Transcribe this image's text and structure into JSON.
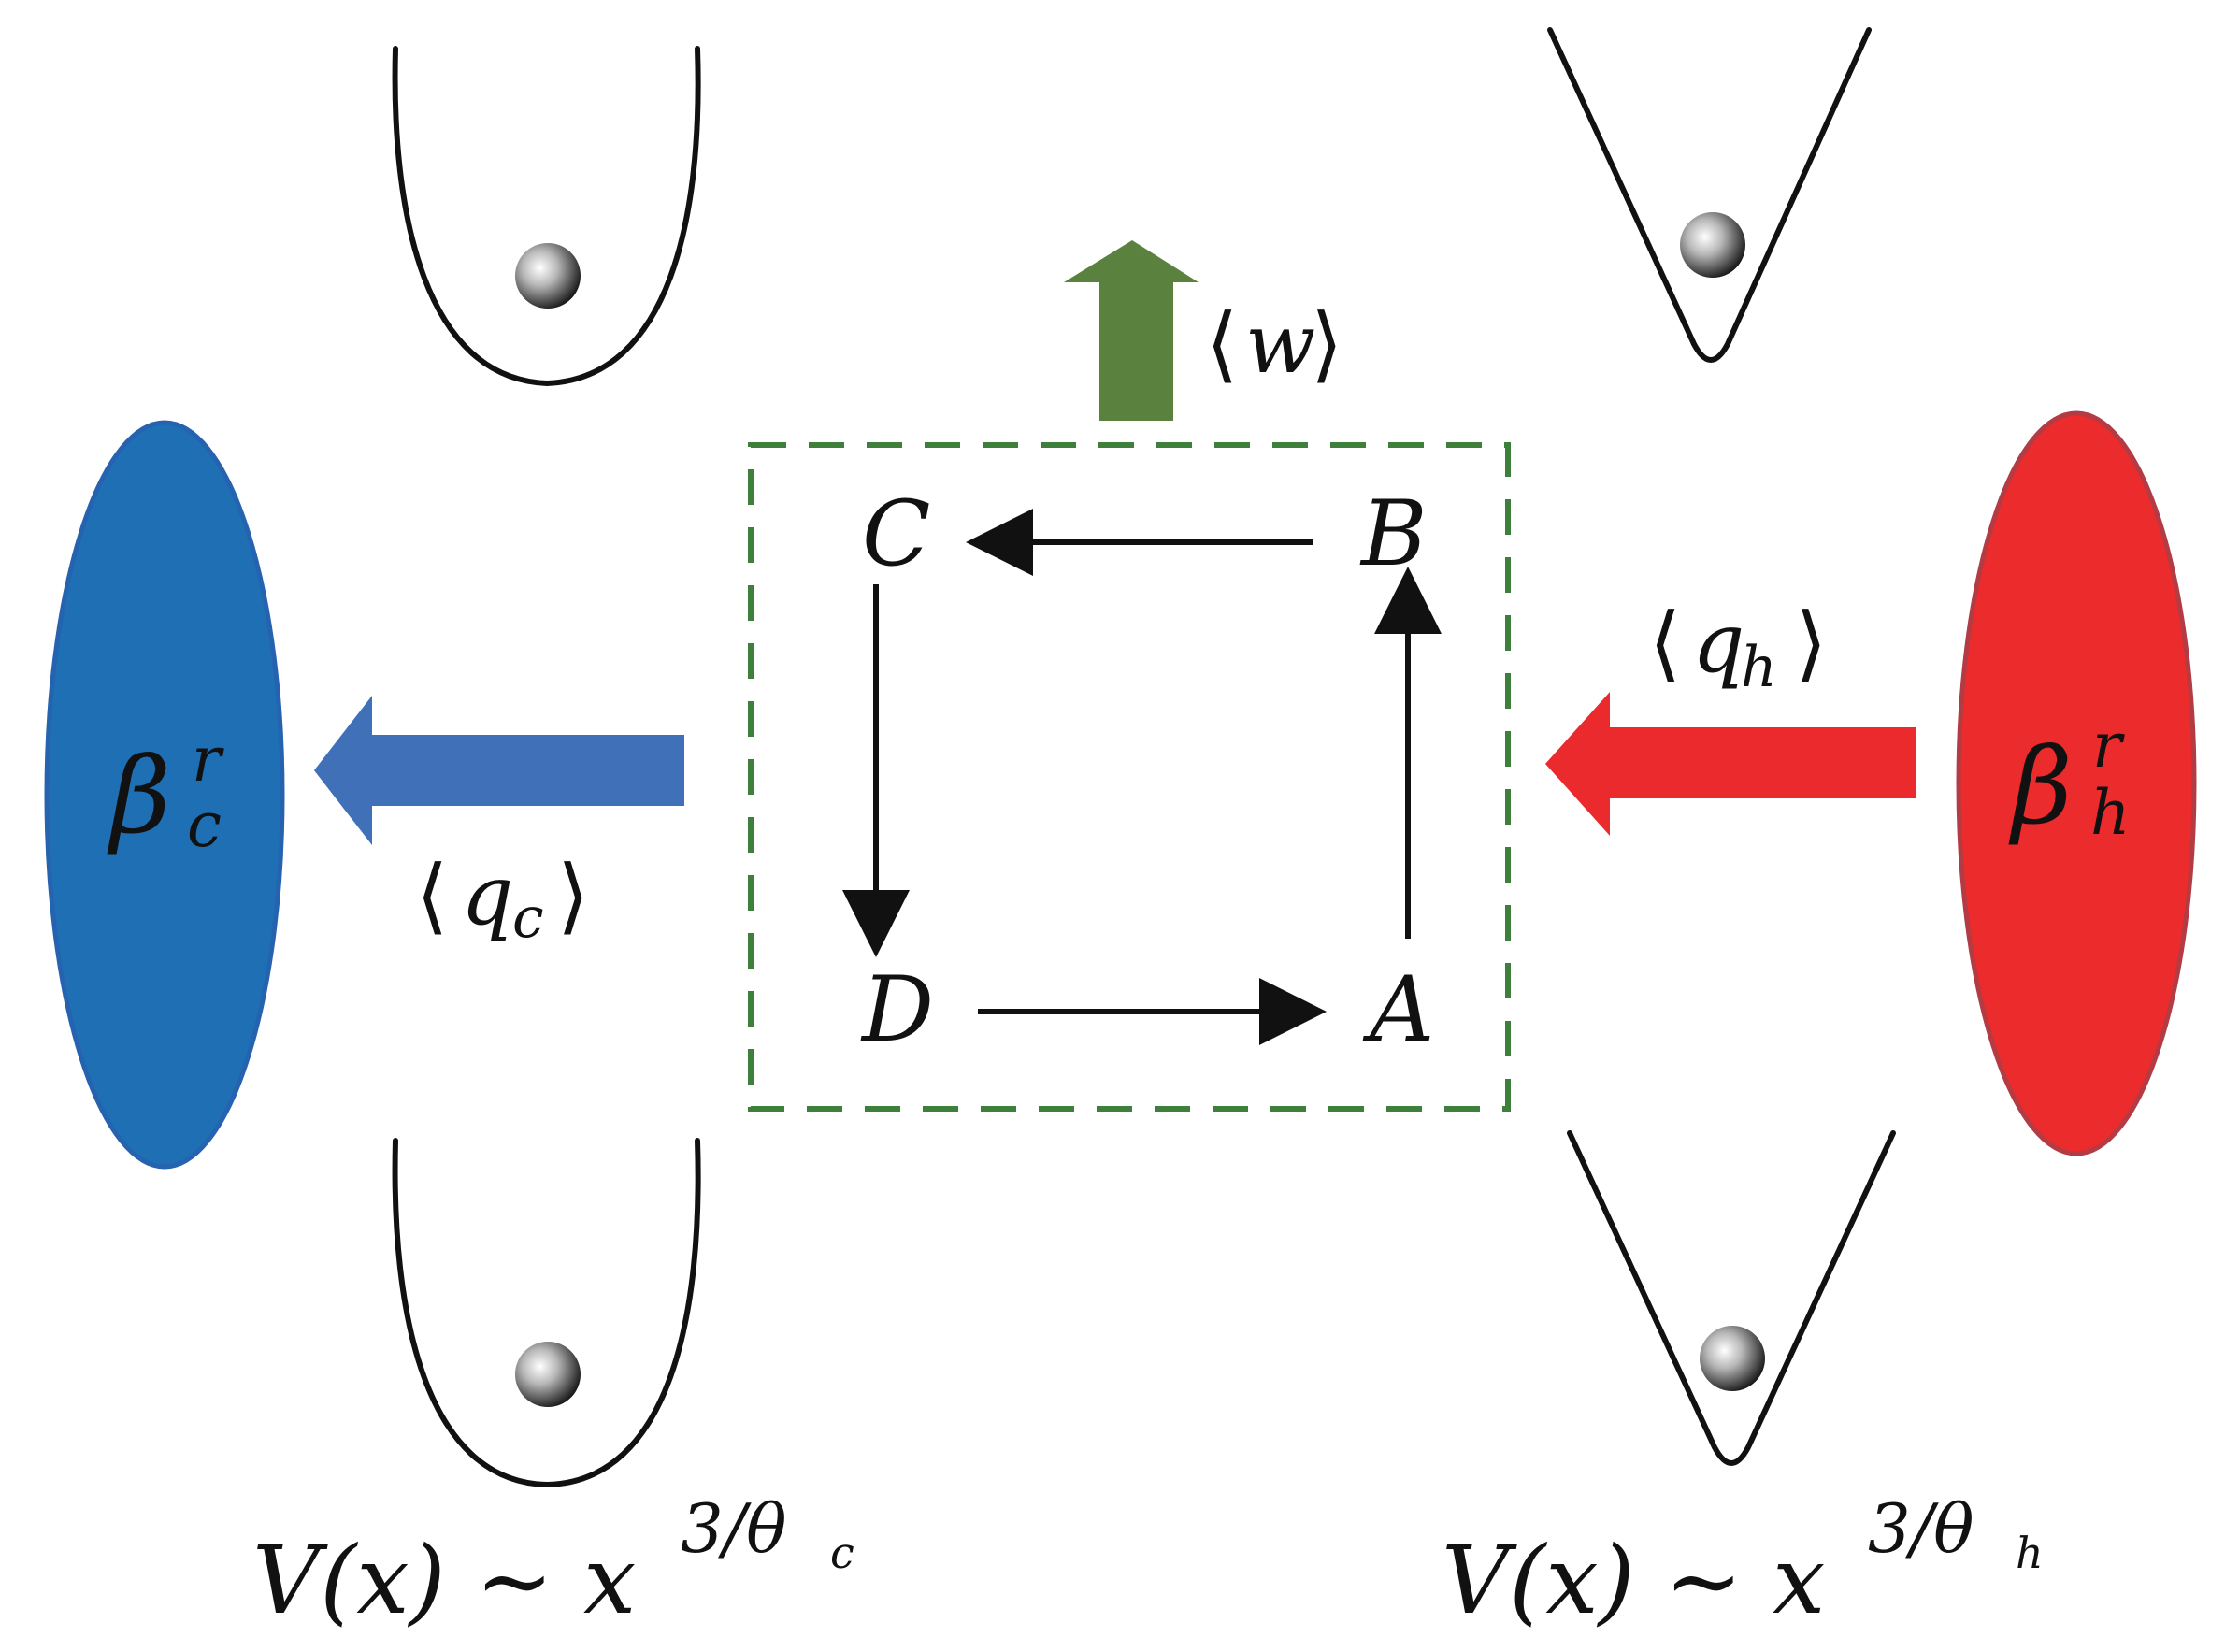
{
  "colors": {
    "cold_bath": "#1f6fb4",
    "cold_bath_border": "#2563b0",
    "cold_flow": "#3f70b8",
    "hot_bath": "#ec2b2d",
    "hot_bath_border": "#b33b43",
    "hot_flow": "#ea2a2d",
    "work_flow": "#5a813e",
    "cycle_box": "#3d7f3b",
    "line": "#111111"
  },
  "cycle": {
    "nodes": {
      "A": "A",
      "B": "B",
      "C": "C",
      "D": "D"
    },
    "edges": [
      {
        "from": "D",
        "to": "A"
      },
      {
        "from": "A",
        "to": "B"
      },
      {
        "from": "B",
        "to": "C"
      },
      {
        "from": "C",
        "to": "D"
      }
    ]
  },
  "flows": {
    "work": {
      "open": "⟨",
      "symbol": "w",
      "close": "⟩",
      "direction": "up"
    },
    "cold": {
      "open": "⟨",
      "symbol": "q",
      "sub": "c",
      "close": "⟩",
      "direction": "left"
    },
    "hot": {
      "open": "⟨",
      "symbol": "q",
      "sub": "h",
      "close": "⟩",
      "direction": "left"
    }
  },
  "baths": {
    "cold": {
      "symbol": "β",
      "superscript": "r",
      "subscript": "c"
    },
    "hot": {
      "symbol": "β",
      "superscript": "r",
      "subscript": "h"
    }
  },
  "potentials": {
    "cold": {
      "lhs": "V(x) ∼ x",
      "exponent": "3/θ",
      "subscript": "c"
    },
    "hot": {
      "lhs": "V(x) ∼ x",
      "exponent": "3/θ",
      "subscript": "h"
    }
  },
  "icons": {
    "cold_well": "parabola-well-icon",
    "hot_well": "v-shaped-well-icon",
    "particle": "particle-ball-icon"
  }
}
